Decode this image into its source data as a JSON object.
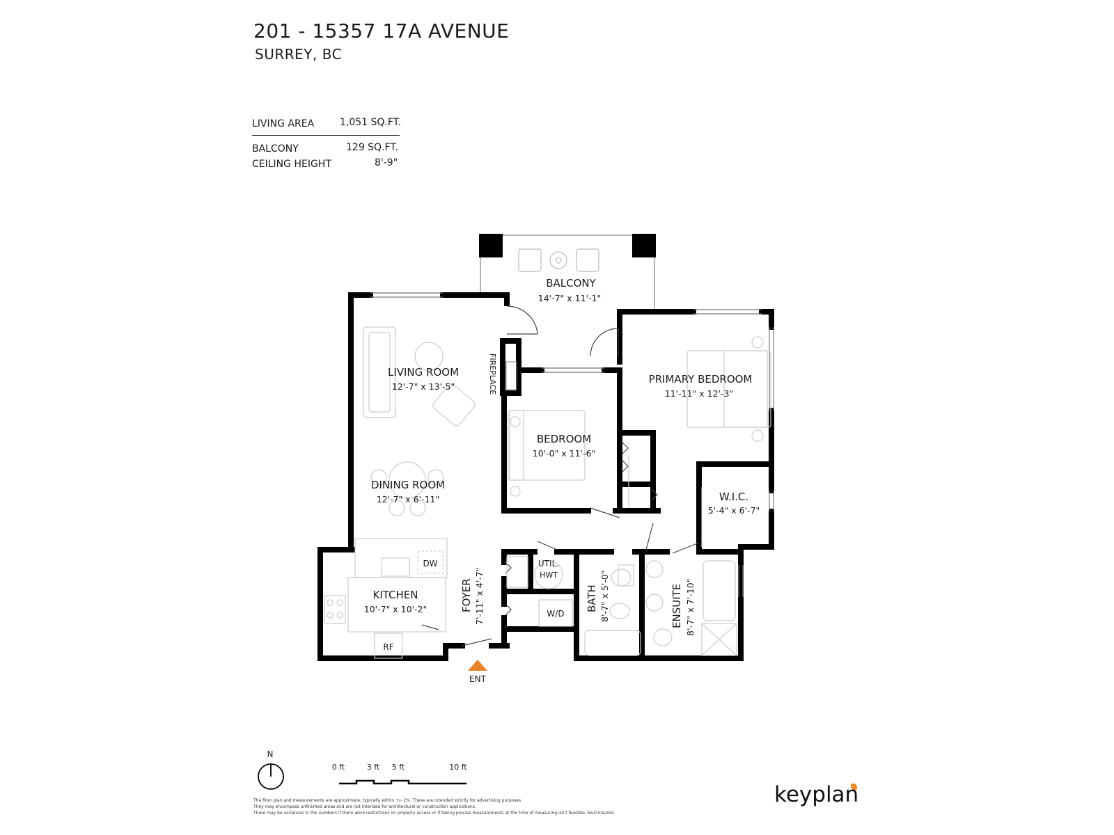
{
  "header": {
    "title": "201 - 15357 17A AVENUE",
    "subtitle": "SURREY, BC"
  },
  "stats": {
    "living_area_label": "LIVING AREA",
    "living_area_value": "1,051 SQ.FT.",
    "balcony_label": "BALCONY",
    "balcony_value": "129 SQ.FT.",
    "ceiling_label": "CEILING HEIGHT",
    "ceiling_value": "8'-9\""
  },
  "rooms": {
    "balcony": {
      "name": "BALCONY",
      "dims": "14'-7\"  x  11'-1\""
    },
    "living": {
      "name": "LIVING ROOM",
      "dims": "12'-7\"  x  13'-5\""
    },
    "fireplace": {
      "name": "FIREPLACE"
    },
    "primary": {
      "name": "PRIMARY BEDROOM",
      "dims": "11'-11\"  x  12'-3\""
    },
    "bedroom": {
      "name": "BEDROOM",
      "dims": "10'-0\"  x  11'-6\""
    },
    "dining": {
      "name": "DINING ROOM",
      "dims": "12'-7\"  x  6'-11\""
    },
    "wic": {
      "name": "W.I.C.",
      "dims": "5'-4\" x 6'-7\""
    },
    "kitchen": {
      "name": "KITCHEN",
      "dims": "10'-7\"  x  10'-2\""
    },
    "foyer": {
      "name": "FOYER",
      "dims": "7'-11\"  x  4'-7\""
    },
    "util": {
      "name": "UTIL."
    },
    "bath": {
      "name": "BATH",
      "dims": "8'-7\" x 5'-0\""
    },
    "ensuite": {
      "name": "ENSUITE",
      "dims": "8'-7\"  x  7'-10\""
    }
  },
  "fixtures": {
    "dw": "DW",
    "hwt": "HWT",
    "wd": "W/D",
    "rf": "RF"
  },
  "entrance": {
    "label": "ENT",
    "color": "#e8832a"
  },
  "compass": {
    "label": "N"
  },
  "scale": {
    "tick_0": "0 ft",
    "tick_3": "3 ft",
    "tick_5": "5 ft",
    "tick_10": "10 ft"
  },
  "disclaimer": {
    "line1": "The floor plan and measurements are approximate, typically within +/- 2%. These are intended strictly for advertising purposes.",
    "line2": "They may encompass unfinished areas and are not intended for architectural or construction applications.",
    "line3": "There may be variances in the numbers if there were restrictions on property access or if taking precise measurements at the time of measuring isn't feasible. E&O insured."
  },
  "brand": {
    "name": "keyplan",
    "accent": "#f08a2a"
  }
}
